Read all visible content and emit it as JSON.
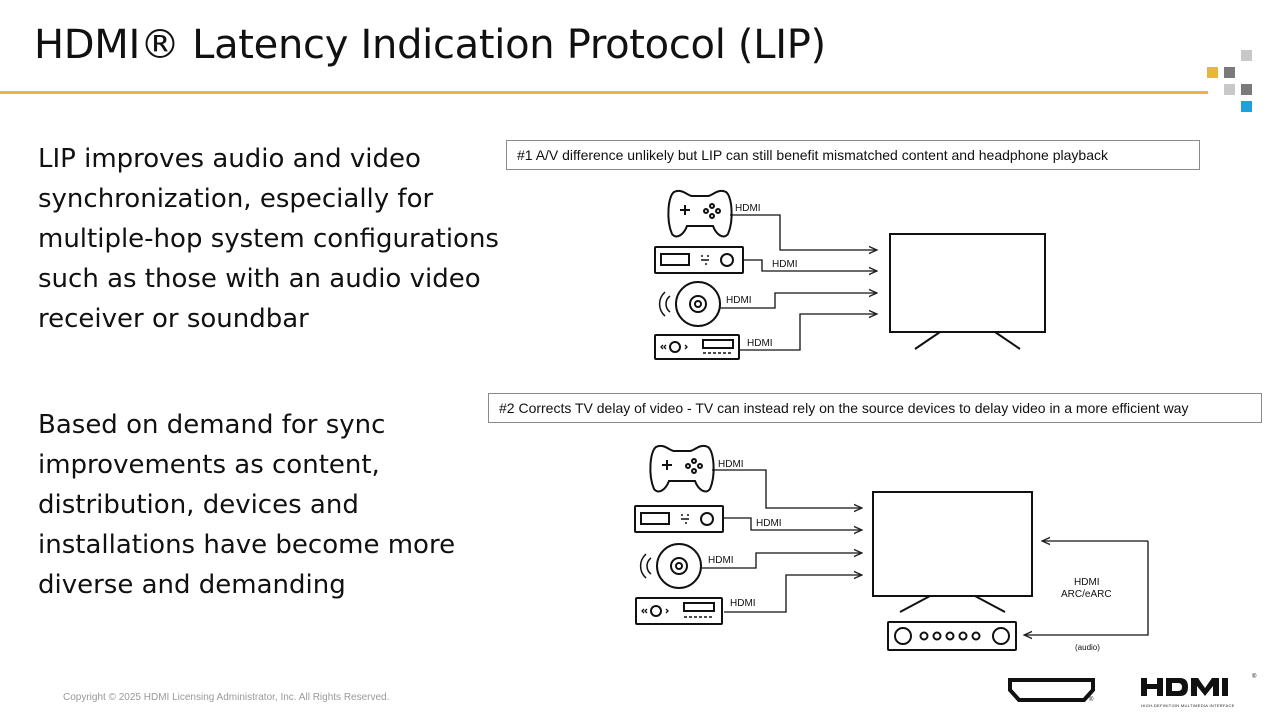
{
  "slide": {
    "title": "HDMI® Latency Indication Protocol (LIP)",
    "paragraph_1": "LIP improves audio and video synchronization, especially for multiple-hop system configurations such as those with an audio video receiver or soundbar",
    "paragraph_2": "Based on demand for sync improvements as content, distribution, devices and installations have become more diverse and demanding",
    "footer": "Copyright © 2025 HDMI Licensing Administrator, Inc.  All Rights Reserved."
  },
  "diagram_1": {
    "caption": "#1 A/V difference unlikely but LIP can still benefit mismatched content and headphone playback",
    "cable_labels": [
      "HDMI",
      "HDMI",
      "HDMI",
      "HDMI"
    ]
  },
  "diagram_2": {
    "caption": "#2 Corrects TV delay of video - TV can instead rely on the source devices to delay video in a more efficient way",
    "cable_labels": [
      "HDMI",
      "HDMI",
      "HDMI",
      "HDMI"
    ],
    "arc_label_line1": "HDMI",
    "arc_label_line2": "ARC/eARC",
    "audio_label": "(audio)"
  },
  "branding": {
    "logo_text": "HDMI",
    "logo_tagline": "HIGH-DEFINITION MULTIMEDIA INTERFACE",
    "trademark": "®"
  },
  "colors": {
    "accent_yellow": "#e8b63a",
    "accent_blue": "#1ea0d8",
    "square_gray": "#7a7a7a",
    "square_light": "#c8c8c8"
  },
  "icons": [
    "game-controller-icon",
    "set-top-box-icon",
    "disc-player-icon",
    "av-receiver-icon",
    "tv-icon",
    "soundbar-icon",
    "hdmi-connector-icon"
  ]
}
